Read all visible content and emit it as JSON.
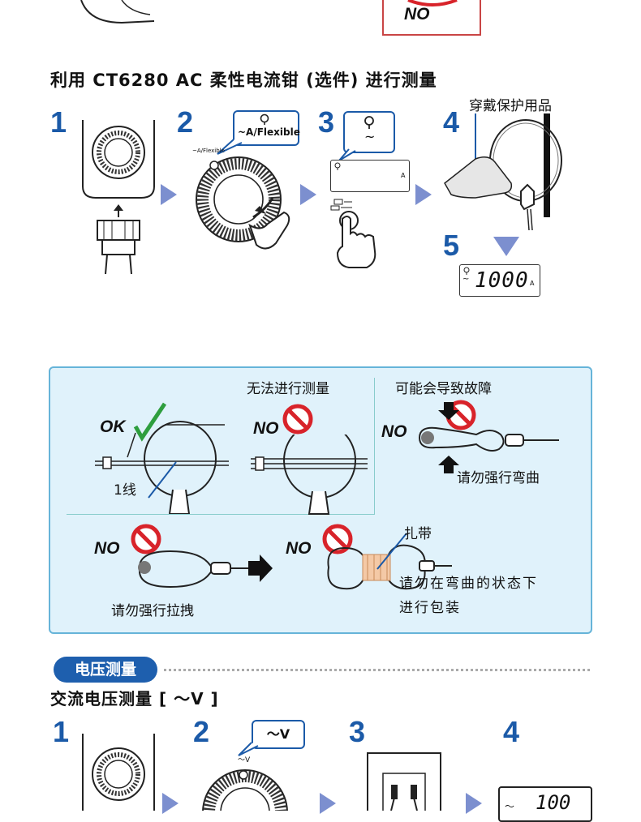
{
  "top_no_label": "NO",
  "section_title": "利用 CT6280 AC 柔性电流钳 (选件) 进行测量",
  "steps_upper": [
    "1",
    "2",
    "3",
    "4",
    "5"
  ],
  "dial_label_small": "~A/Flexible",
  "callout_flexible": "~A/Flexible",
  "callout_step3_symbol": "~",
  "display_unit": "A",
  "ppe_label": "穿戴保护用品",
  "display_reading": "1000",
  "display_reading_unit": "A",
  "panel": {
    "heading_cannot_measure": "无法进行测量",
    "heading_may_cause_fault": "可能会导致故障",
    "ok_label": "OK",
    "no_label": "NO",
    "one_wire_label": "1线",
    "no_bending_label": "请勿强行弯曲",
    "cable_tie_label": "扎带",
    "no_pull_label": "请勿强行拉拽",
    "no_pack_bent_line1": "请勿在弯曲的状态下",
    "no_pack_bent_line2": "进行包装"
  },
  "voltage": {
    "pill": "电压测量",
    "subtitle": "交流电压测量 [ ～V ]",
    "steps": [
      "1",
      "2",
      "3",
      "4"
    ],
    "callout": "～V",
    "dial_label": "～V",
    "display_reading": "100",
    "display_symbol": "～"
  },
  "colors": {
    "step_blue": "#1b5aa8",
    "arrow": "#7c8fcf",
    "panel_bg": "#e0f2fb",
    "panel_border": "#66b4d9",
    "prohibit_red": "#d8232a",
    "check_green": "#2e9e3e",
    "pill": "#1e5fae"
  }
}
